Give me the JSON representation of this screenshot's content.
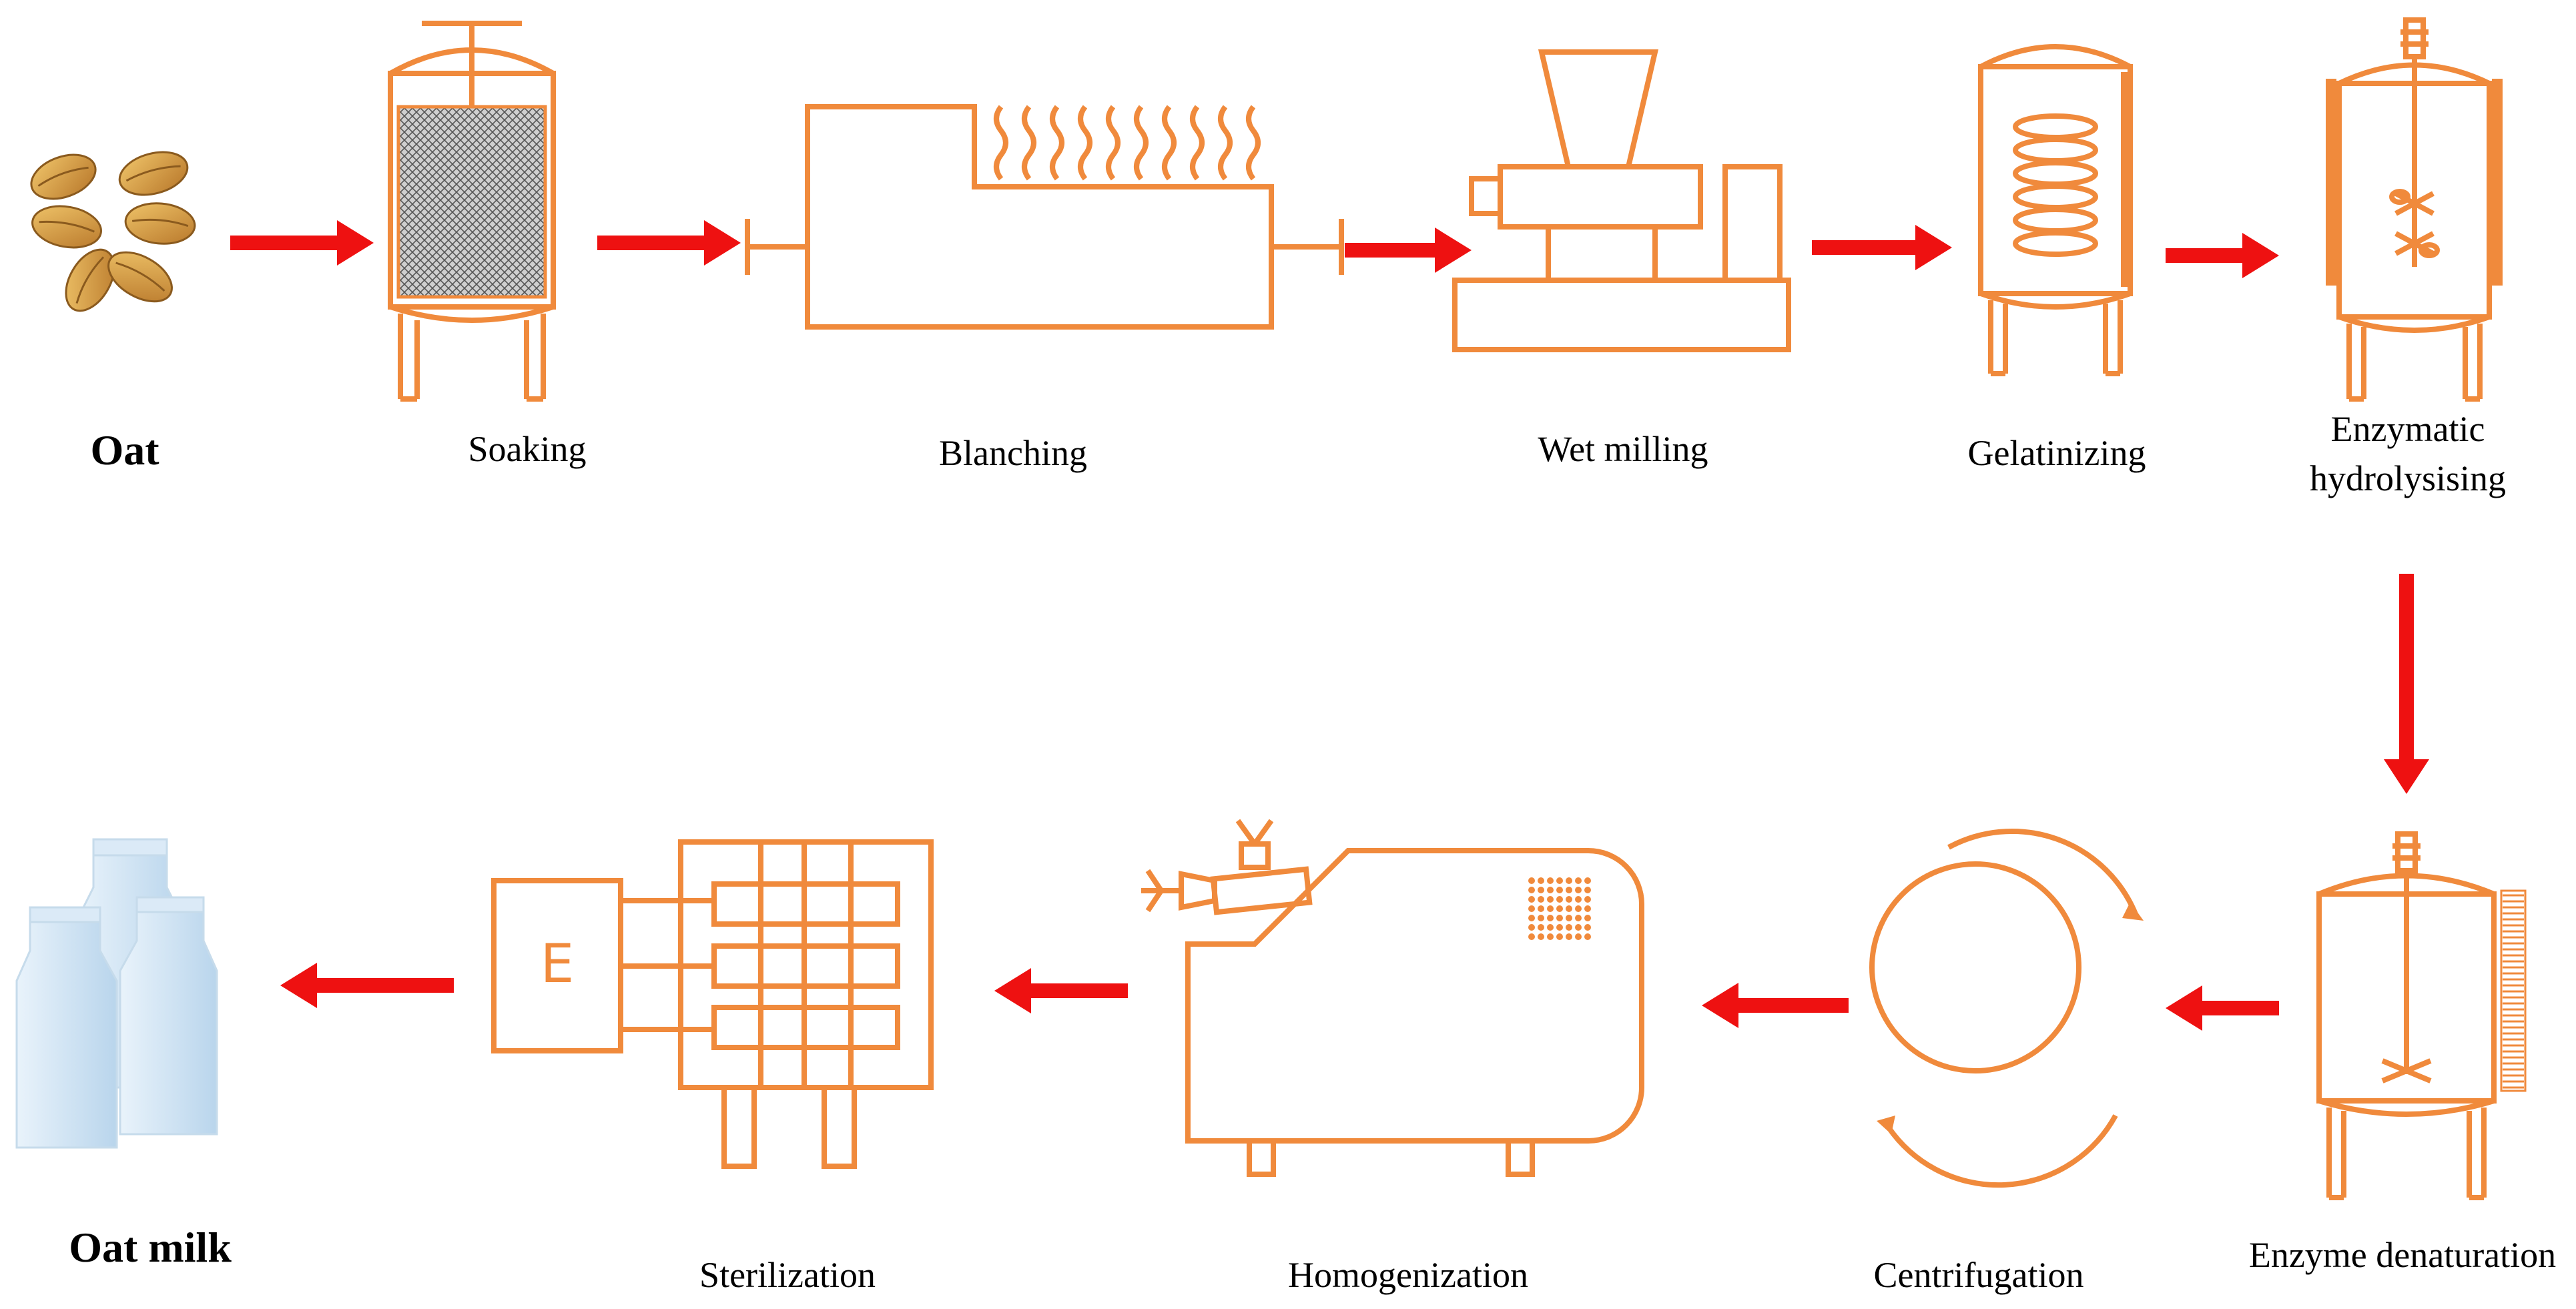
{
  "labels": {
    "oat": "Oat",
    "soaking": "Soaking",
    "blanching": "Blanching",
    "wet_milling": "Wet milling",
    "gelatinizing": "Gelatinizing",
    "enzymatic_line1": "Enzymatic",
    "enzymatic_line2": "hydrolysising",
    "enzyme_denaturation": "Enzyme denaturation",
    "centrifugation": "Centrifugation",
    "homogenization": "Homogenization",
    "sterilization": "Sterilization",
    "oat_milk": "Oat milk"
  },
  "sterilizer_box_letter": "E",
  "colors": {
    "equipment": "#f08a3c",
    "arrow": "#ee1111",
    "grain": "#c98a2f",
    "carton": "#cfe4f5"
  },
  "icons": [
    "oat-grains-icon",
    "soaking-tank-icon",
    "blanching-machine-icon",
    "wet-mill-icon",
    "gelatinizing-tank-icon",
    "hydrolysis-tank-icon",
    "denaturation-tank-icon",
    "centrifuge-icon",
    "homogenizer-icon",
    "sterilizer-icon",
    "oat-milk-cartons-icon"
  ]
}
